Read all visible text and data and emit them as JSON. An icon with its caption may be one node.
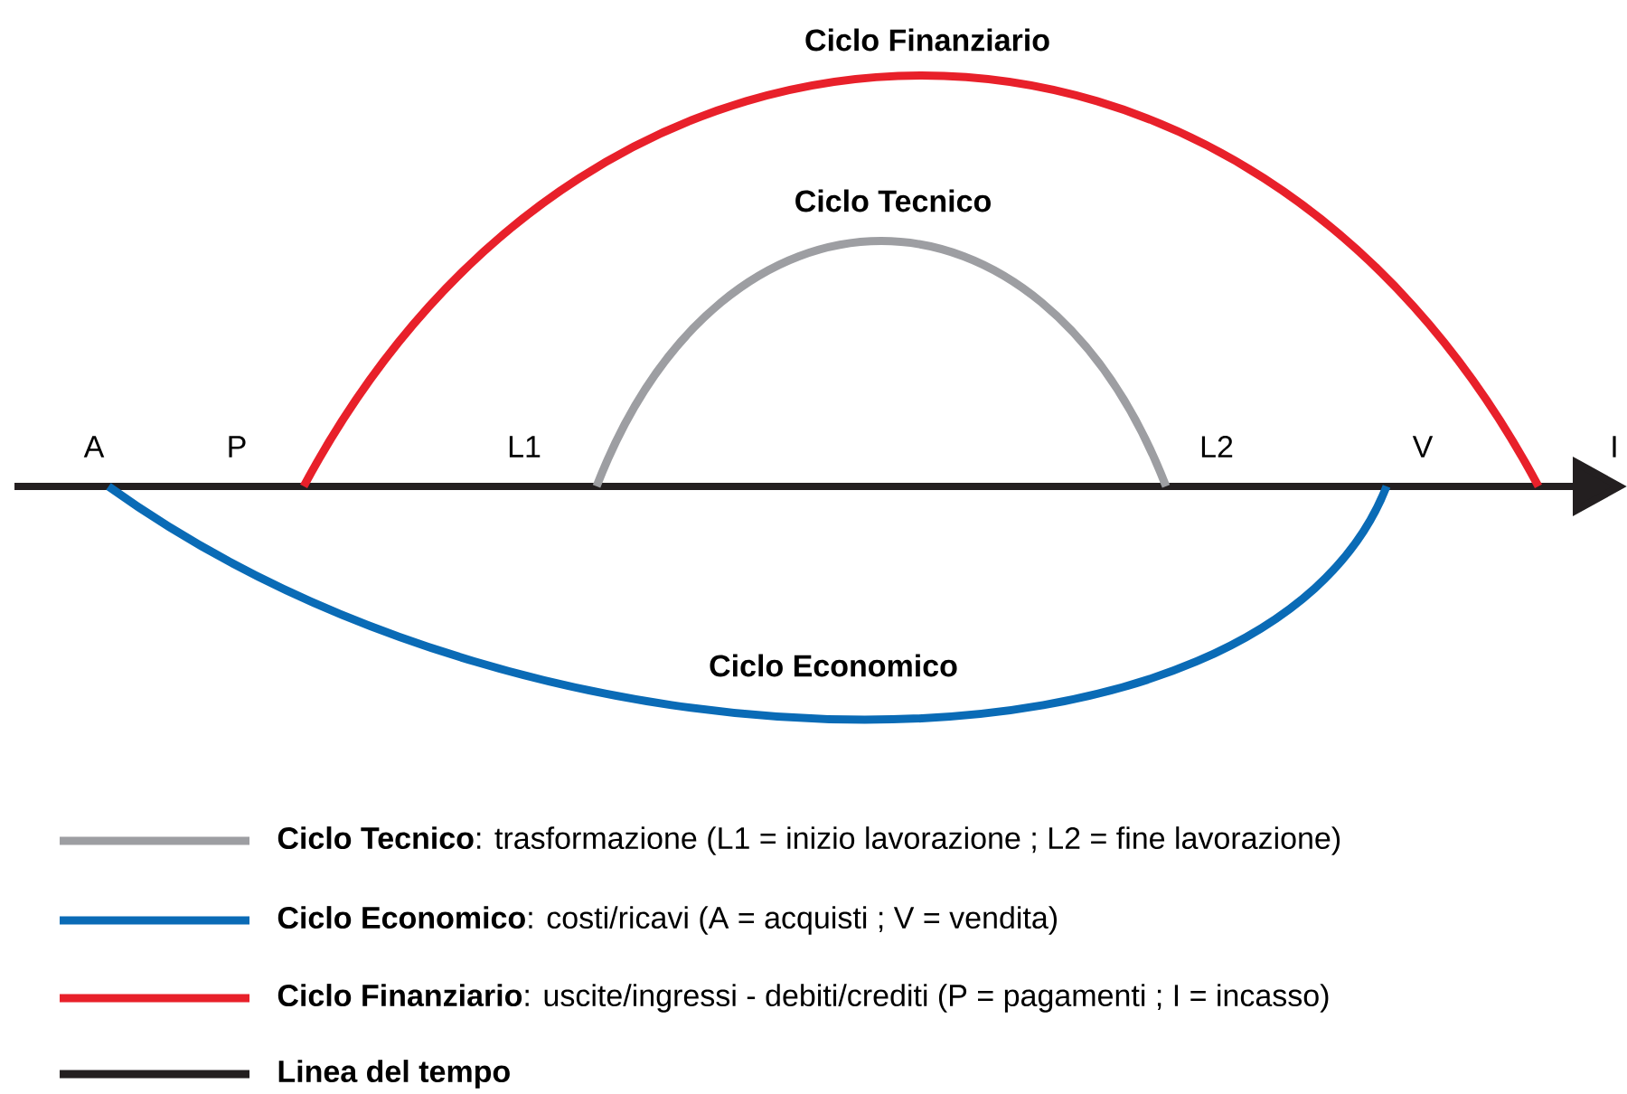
{
  "diagram": {
    "nodes": [
      {
        "text": [
          "A"
        ]
      },
      {
        "text": [
          "P"
        ]
      },
      {
        "text": [
          "L1"
        ]
      },
      {
        "text": [
          "L2"
        ]
      },
      {
        "text": [
          "V"
        ]
      },
      {
        "text": [
          "I"
        ]
      }
    ],
    "edges": [
      {
        "from": 1,
        "to": 5,
        "arrow": "none",
        "label": "Ciclo Finanziario",
        "color": "#e8202a"
      },
      {
        "from": 2,
        "to": 3,
        "arrow": "none",
        "label": "Ciclo Tecnico",
        "color": "#9d9ea2"
      },
      {
        "from": 0,
        "to": 4,
        "arrow": "none",
        "label": "Ciclo Economico",
        "color": "#0a6bb6"
      }
    ],
    "legend": [
      {
        "text": "**Ciclo Tecnico**: trasformazione (L1 = inizio lavorazione ; L2 = fine lavorazione)"
      },
      {
        "text": "**Ciclo Economico**: costi/ricavi (A = acquisti ; V = vendita)"
      },
      {
        "text": "**Ciclo Finanziario**: uscite/ingressi - debiti/crediti (P = pagamenti ; I = incasso)"
      },
      {
        "text": "Linea del tempo"
      }
    ]
  }
}
